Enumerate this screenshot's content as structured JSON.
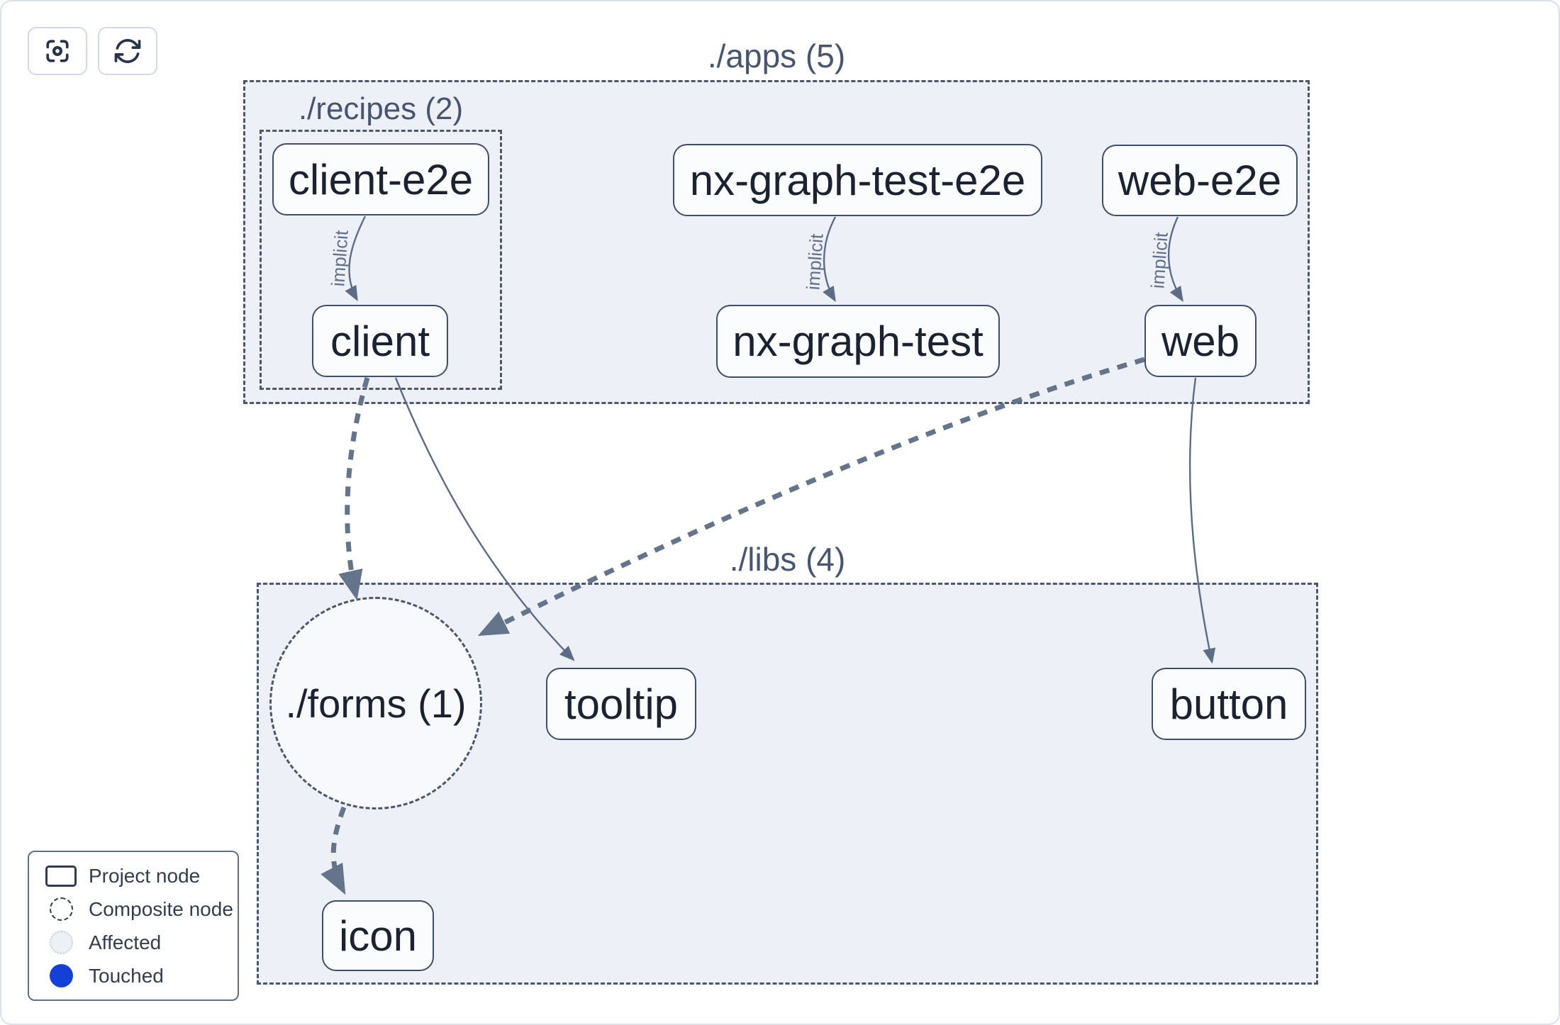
{
  "toolbar": {
    "buttons": [
      {
        "name": "focus",
        "icon": "focus-icon"
      },
      {
        "name": "refresh",
        "icon": "refresh-icon"
      }
    ]
  },
  "graph": {
    "groups": [
      {
        "id": "apps",
        "label": "./apps (5)",
        "type": "directory"
      },
      {
        "id": "recipes",
        "label": "./recipes (2)",
        "type": "directory"
      },
      {
        "id": "libs",
        "label": "./libs (4)",
        "type": "directory"
      },
      {
        "id": "forms",
        "label": "./forms (1)",
        "type": "composite-node"
      }
    ],
    "nodes": [
      {
        "label": "client-e2e"
      },
      {
        "label": "nx-graph-test-e2e"
      },
      {
        "label": "web-e2e"
      },
      {
        "label": "client"
      },
      {
        "label": "nx-graph-test"
      },
      {
        "label": "web"
      },
      {
        "label": "tooltip"
      },
      {
        "label": "button"
      },
      {
        "label": "icon"
      }
    ],
    "edges": [
      {
        "from": "client-e2e",
        "to": "client",
        "label": "implicit",
        "style": "thin"
      },
      {
        "from": "nx-graph-test-e2e",
        "to": "nx-graph-test",
        "label": "implicit",
        "style": "thin"
      },
      {
        "from": "web-e2e",
        "to": "web",
        "label": "implicit",
        "style": "thin"
      },
      {
        "from": "client",
        "to": "./forms (1)",
        "label": "",
        "style": "thick-dashed"
      },
      {
        "from": "client",
        "to": "tooltip",
        "label": "",
        "style": "thin"
      },
      {
        "from": "web",
        "to": "./forms (1)",
        "label": "",
        "style": "thick-dashed"
      },
      {
        "from": "web",
        "to": "button",
        "label": "",
        "style": "thin"
      },
      {
        "from": "./forms (1)",
        "to": "icon",
        "label": "",
        "style": "thick-dashed"
      }
    ]
  },
  "legend": {
    "items": [
      {
        "label": "Project node",
        "swatch": "project-node-swatch"
      },
      {
        "label": "Composite node",
        "swatch": "composite-node-swatch"
      },
      {
        "label": "Affected",
        "swatch": "affected-swatch"
      },
      {
        "label": "Touched",
        "swatch": "touched-swatch"
      }
    ]
  },
  "colors": {
    "container_fill": "#edf0f6",
    "node_fill": "#fbfcfe",
    "node_border": "#404f68",
    "edge": "#5d6c86",
    "touched_blue": "#1540d6",
    "affected_fill": "#edf0f5"
  }
}
